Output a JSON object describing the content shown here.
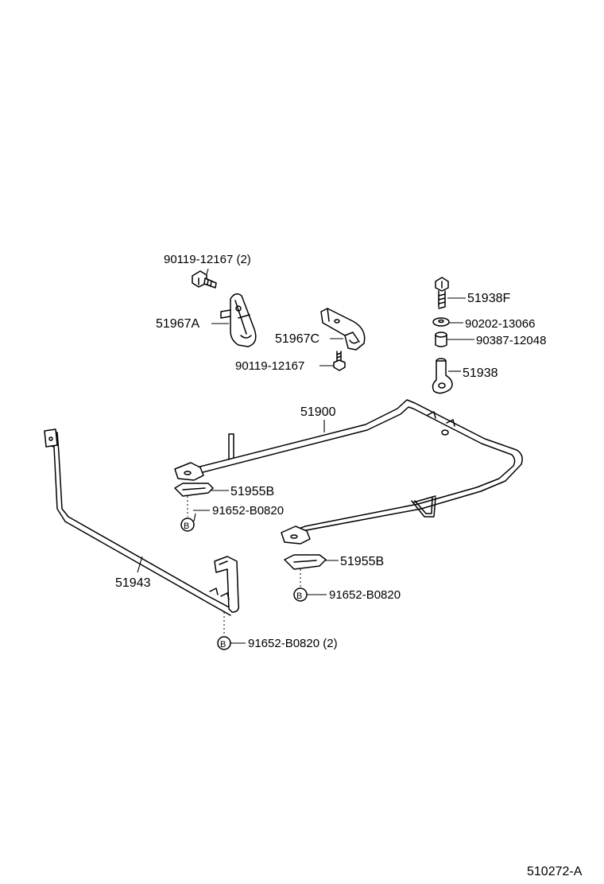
{
  "labels": {
    "bolt_upper": "90119-12167 (2)",
    "bracket_a": "51967A",
    "bracket_c": "51967C",
    "bolt_lower": "90119-12167",
    "bolt_f": "51938F",
    "washer": "90202-13066",
    "collar": "90387-12048",
    "hanger": "51938",
    "frame": "51900",
    "cushion_left": "51955B",
    "bolt_b_left": "91652-B0820",
    "cushion_right": "51955B",
    "bolt_b_right": "91652-B0820",
    "stay": "51943",
    "bolt_b_bottom": "91652-B0820 (2)",
    "diagram_code": "510272-A"
  },
  "symbols": {
    "bolt_marker": "B"
  }
}
